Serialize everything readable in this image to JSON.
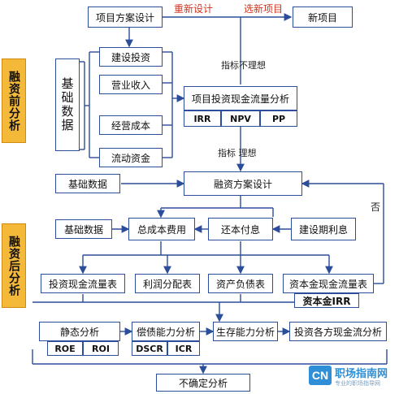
{
  "sections": {
    "pre_financing": "融资前分析",
    "post_financing": "融资后分析"
  },
  "basic_data_vertical": "基础数据",
  "boxes": {
    "project_plan": "项目方案设计",
    "new_project": "新项目",
    "construction_investment": "建设投资",
    "operating_revenue": "营业收入",
    "operating_cost": "经营成本",
    "working_capital": "流动资金",
    "cashflow_analysis": "项目投资现金流量分析",
    "basic_data_1": "基础数据",
    "financing_plan": "融资方案设计",
    "basic_data_2": "基础数据",
    "total_cost": "总成本费用",
    "repayment": "还本付息",
    "construction_interest": "建设期利息",
    "investment_cashflow_table": "投资现金流量表",
    "profit_distribution_table": "利润分配表",
    "balance_sheet": "资产负债表",
    "capital_cashflow_table": "资本金现金流量表",
    "capital_irr": "资本金IRR",
    "static_analysis": "静态分析",
    "solvency_analysis": "偿债能力分析",
    "survival_analysis": "生存能力分析",
    "investor_cashflow_analysis": "投资各方现金流分析",
    "uncertainty_analysis": "不确定分析"
  },
  "metrics": {
    "irr": "IRR",
    "npv": "NPV",
    "pp": "PP",
    "roe": "ROE",
    "roi": "ROI",
    "dscr": "DSCR",
    "icr": "ICR"
  },
  "labels": {
    "redesign": "重新设计",
    "select_project": "选新项目",
    "indicator_unsatisfactory": "指标不理想",
    "indicator_satisfactory": "指标 理想",
    "no": "否"
  },
  "watermark": {
    "badge": "CN",
    "name": "职场指南网",
    "sub": "专业的职场指导网"
  },
  "colors": {
    "line": "#2b4d9a",
    "section_fill": "#f5b93a",
    "label_red": "#d0341f",
    "watermark": "#2e8fd6"
  }
}
